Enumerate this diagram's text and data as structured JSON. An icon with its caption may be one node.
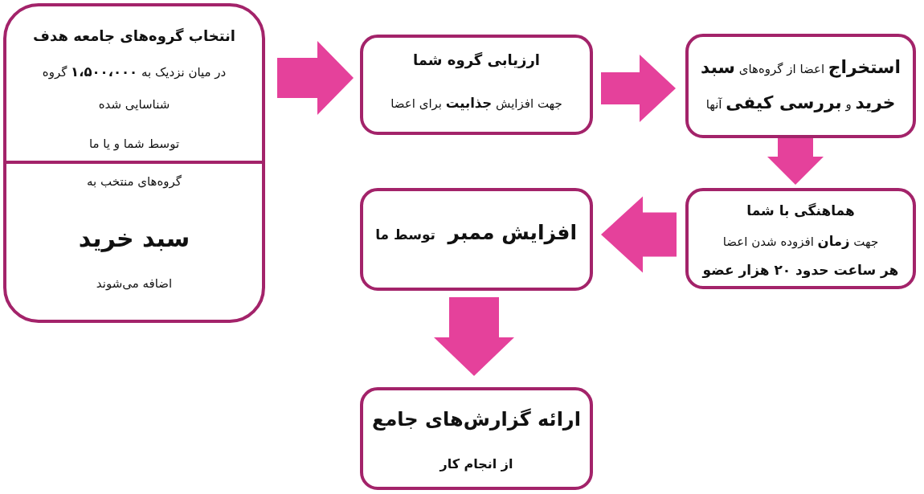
{
  "diagram": {
    "nodes": [
      {
        "text": [
          "انتخاب گروه‌های جامعه هدف",
          "در میان نزدیک به **۱،۵۰۰،۰۰۰** گروه شناسایی شده",
          "توسط شما و یا ما",
          "گروه‌های منتخب به",
          "سبد خرید",
          "اضافه می‌شوند"
        ]
      },
      {
        "text": [
          "ارزیابی گروه شما",
          "جهت افزایش **جذابیت** برای اعضا"
        ]
      },
      {
        "text": [
          "**استخراج** اعضا از گروه‌های **سبد خرید** و **بررسی کیفی** آنها"
        ]
      },
      {
        "text": [
          "هماهنگی با شما",
          "جهت **زمان** افزوده شدن اعضا",
          "هر ساعت حدود ۲۰ هزار عضو"
        ]
      },
      {
        "text": [
          "افزایش ممبر",
          "توسط ما"
        ]
      },
      {
        "text": [
          "ارائه گزارش‌های جامع",
          "از انجام کار"
        ]
      }
    ],
    "edges": [
      {
        "from": 0,
        "to": 1,
        "arrow": "to"
      },
      {
        "from": 1,
        "to": 2,
        "arrow": "to"
      },
      {
        "from": 2,
        "to": 3,
        "arrow": "to"
      },
      {
        "from": 3,
        "to": 4,
        "arrow": "to"
      },
      {
        "from": 4,
        "to": 5,
        "arrow": "to"
      }
    ]
  }
}
